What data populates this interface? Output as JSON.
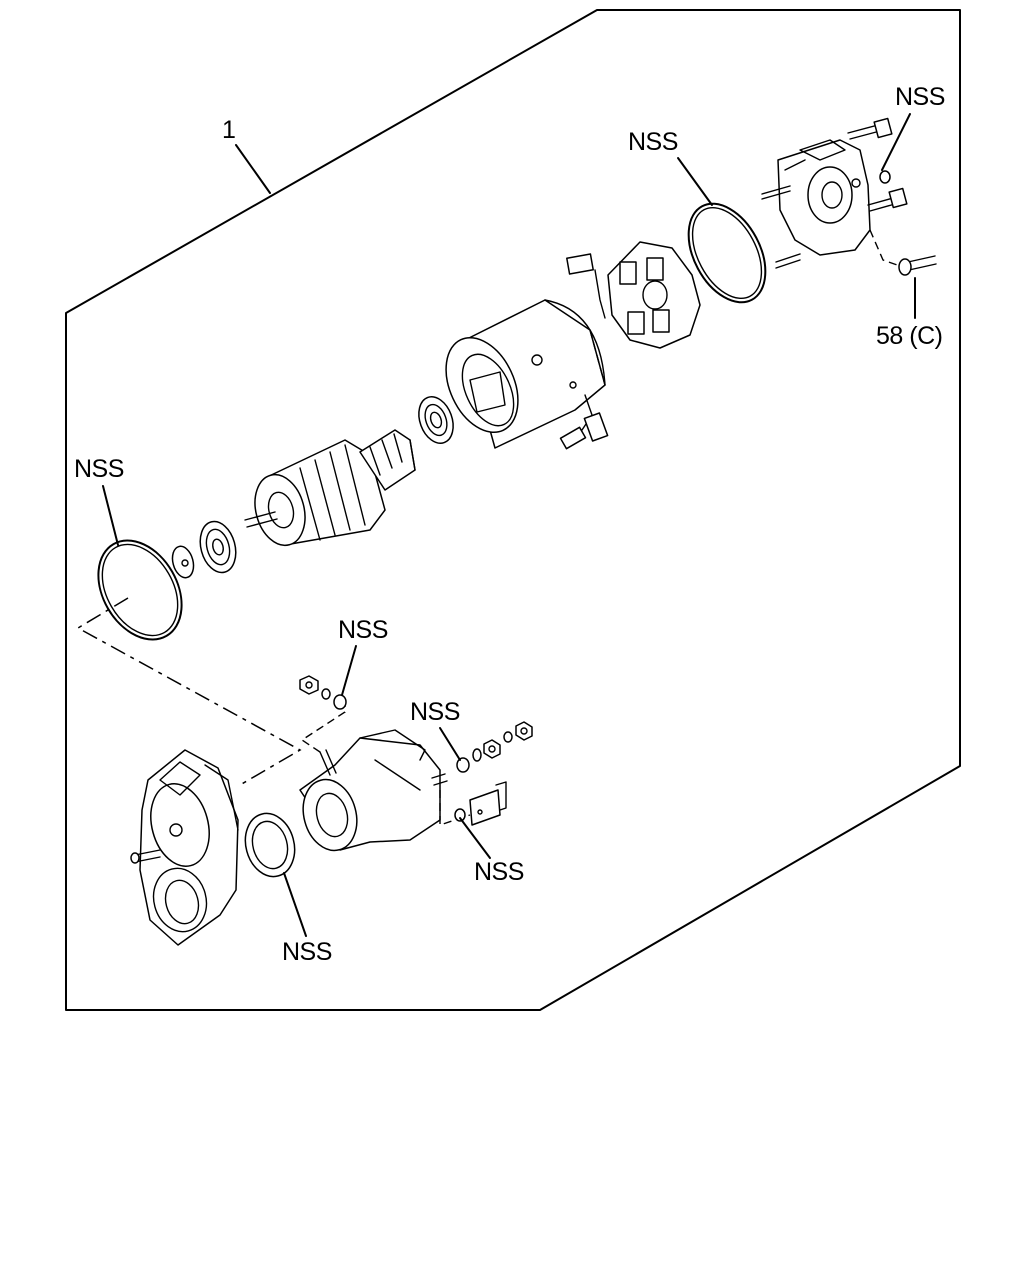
{
  "callouts": {
    "assembly": "1",
    "nss_top_right": "NSS",
    "nss_ring_top": "NSS",
    "part_58c": "58 (C)",
    "nss_ring_left": "NSS",
    "nss_nut_upper": "NSS",
    "nss_washer_mid": "NSS",
    "nss_plate": "NSS",
    "nss_seal": "NSS"
  }
}
